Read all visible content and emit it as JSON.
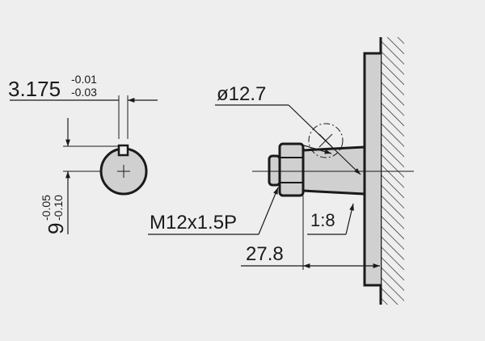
{
  "colors": {
    "background": "#eeeeee",
    "line": "#1a1a1a",
    "part_fill": "#d0d0d0"
  },
  "key_width": {
    "value": "3.175",
    "tol_upper": "-0.01",
    "tol_lower": "-0.03"
  },
  "key_depth": {
    "value": "9",
    "tol_upper": "-0.05",
    "tol_lower": "-0.10"
  },
  "shaft_diameter": "ø12.7",
  "thread_spec": "M12x1.5P",
  "taper_ratio": "1:8",
  "shaft_length": "27.8"
}
